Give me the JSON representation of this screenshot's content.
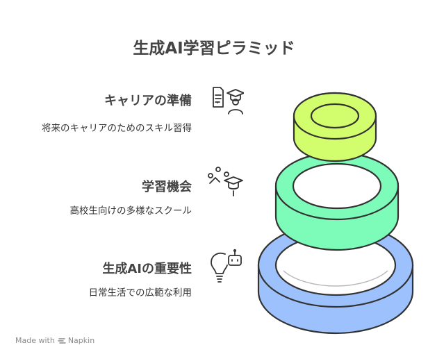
{
  "title": "生成AI学習ピラミッド",
  "levels": [
    {
      "heading": "キャリアの準備",
      "description": "将来のキャリアのためのスキル習得",
      "icon": "resume-graduate-icon",
      "color": "#d2fd6d"
    },
    {
      "heading": "学習機会",
      "description": "高校生向けの多様なスクール",
      "icon": "ideas-graduation-cap-icon",
      "color": "#7dfbb8"
    },
    {
      "heading": "生成AIの重要性",
      "description": "日常生活での広範な利用",
      "icon": "lightbulb-robot-icon",
      "color": "#9cc1fc"
    }
  ],
  "footer": {
    "prefix": "Made with",
    "brand": "Napkin"
  }
}
